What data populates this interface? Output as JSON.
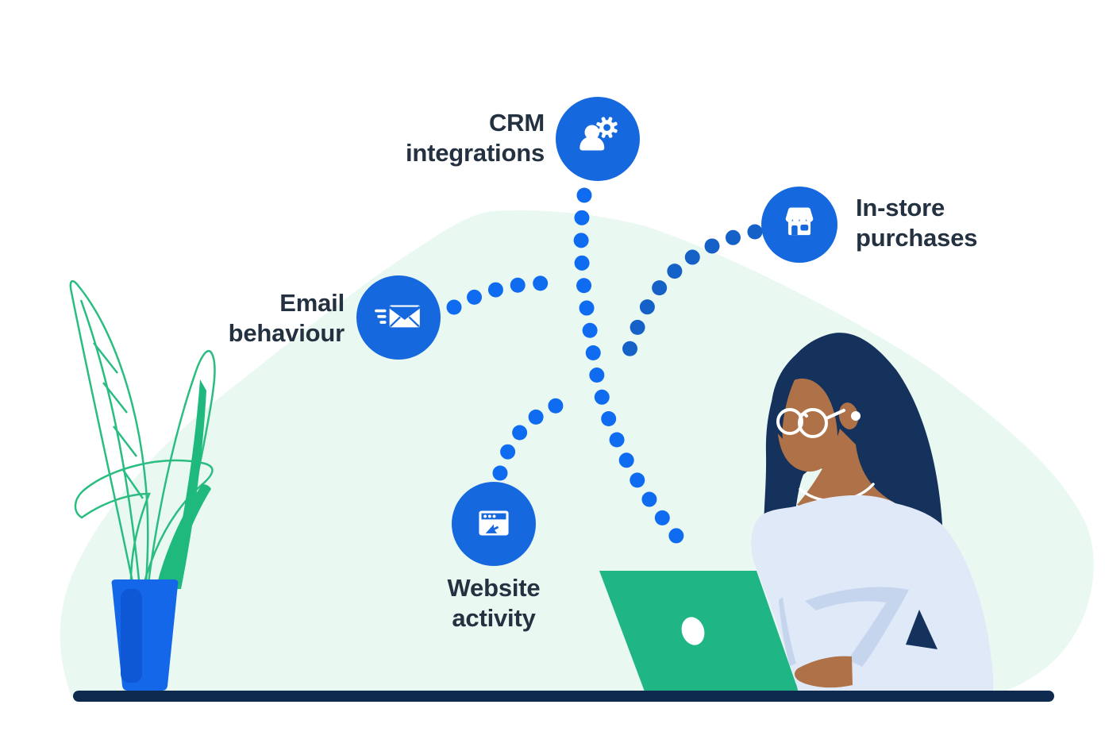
{
  "illustration": {
    "nodes": [
      {
        "id": "crm",
        "label_line1": "CRM",
        "label_line2": "integrations",
        "icon": "person-gear-icon"
      },
      {
        "id": "instore",
        "label_line1": "In-store",
        "label_line2": "purchases",
        "icon": "storefront-icon"
      },
      {
        "id": "email",
        "label_line1": "Email",
        "label_line2": "behaviour",
        "icon": "flying-envelope-icon"
      },
      {
        "id": "website",
        "label_line1": "Website",
        "label_line2": "activity",
        "icon": "browser-cursor-icon"
      }
    ],
    "colors": {
      "icon_blue": "#1668DF",
      "dot_blue": "#0F6CF0",
      "dot_blue_dark": "#1561C8",
      "label_text": "#243140",
      "blob_mint": "#EAF8F2",
      "laptop_green": "#1FB585",
      "desk_navy": "#0E2A4E",
      "hair_navy": "#14325C",
      "skin_brown": "#AF7248",
      "shirt_lavender": "#DFE9F8",
      "shirt_shadow": "#C6D5EE",
      "leaf_mint": "#ABE3C8",
      "leaf_green": "#2ABD81",
      "leaf_dark": "#1FB97E",
      "pot_blue": "#1467E8",
      "pot_shade": "#0E58D6"
    }
  }
}
